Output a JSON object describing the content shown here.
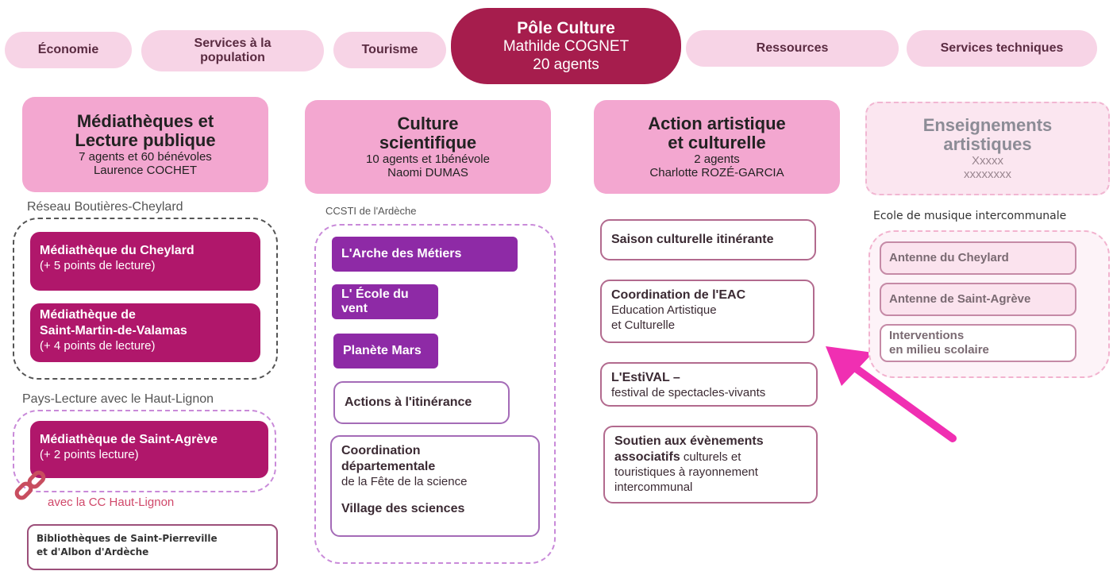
{
  "top_pills": {
    "economie": "Économie",
    "services_l1": "Services à la",
    "services_l2": "population",
    "tourisme": "Tourisme",
    "ressources": "Ressources",
    "services_techniques": "Services techniques"
  },
  "pole": {
    "title": "Pôle Culture",
    "name": "Mathilde COGNET",
    "agents": "20 agents"
  },
  "columns": {
    "mediatheques": {
      "title_l1": "Médiathèques et",
      "title_l2": "Lecture publique",
      "staff": "7 agents et 60 bénévoles",
      "lead": "Laurence COCHET",
      "group1_label": "Réseau Boutières-Cheylard",
      "box1_title": "Médiathèque du Cheylard",
      "box1_sub": "(+ 5 points de lecture)",
      "box2_title_l1": "Médiathèque de",
      "box2_title_l2": "Saint-Martin-de-Valamas",
      "box2_sub": "(+ 4 points de lecture)",
      "group2_label": "Pays-Lecture avec le Haut-Lignon",
      "box3_title": "Médiathèque de Saint-Agrève",
      "box3_sub": "(+ 2 points lecture)",
      "link_note": "avec la CC Haut-Lignon",
      "bib_l1": "Bibliothèques de Saint-Pierreville",
      "bib_l2": "et d'Albon d'Ardèche"
    },
    "culture_sci": {
      "title_l1": "Culture",
      "title_l2": "scientifique",
      "staff": "10 agents et 1bénévole",
      "lead": "Naomi DUMAS",
      "group_label": "CCSTI de l'Ardèche",
      "item1": "L'Arche des Métiers",
      "item2": "L' École du vent",
      "item3": "Planète Mars",
      "item4": "Actions à l'itinérance",
      "coord_l1": "Coordination",
      "coord_l2": "départementale",
      "coord_l3": "de la Fête de la science",
      "village": "Village des sciences"
    },
    "action": {
      "title_l1": "Action artistique",
      "title_l2": "et culturelle",
      "staff": "2 agents",
      "lead": "Charlotte ROZÉ-GARCIA",
      "item1": "Saison culturelle itinérante",
      "item2_title": "Coordination de l'EAC",
      "item2_l1": "Education Artistique",
      "item2_l2": "et Culturelle",
      "item3_title": "L'EstiVAL –",
      "item3_sub": "festival de spectacles-vivants",
      "item4_b1": "Soutien aux évènements",
      "item4_b2": "associatifs",
      "item4_t1": " culturels et",
      "item4_t2": "touristiques à rayonnement",
      "item4_t3": "intercommunal"
    },
    "enseignements": {
      "title_l1": "Enseignements",
      "title_l2": "artistiques",
      "line1": "Xxxxx",
      "line2": "xxxxxxxx",
      "group_label": "Ecole de musique intercommunale",
      "item1": "Antenne du Cheylard",
      "item2": "Antenne de Saint-Agrève",
      "item3_l1": "Interventions",
      "item3_l2": "en milieu scolaire"
    }
  },
  "colors": {
    "pole": "#a61d4d",
    "pill": "#f7d4e6",
    "header": "#f3a7d0",
    "magenta_box": "#b0176b",
    "purple_box": "#8e2aa6",
    "arrow": "#f02fb2"
  }
}
